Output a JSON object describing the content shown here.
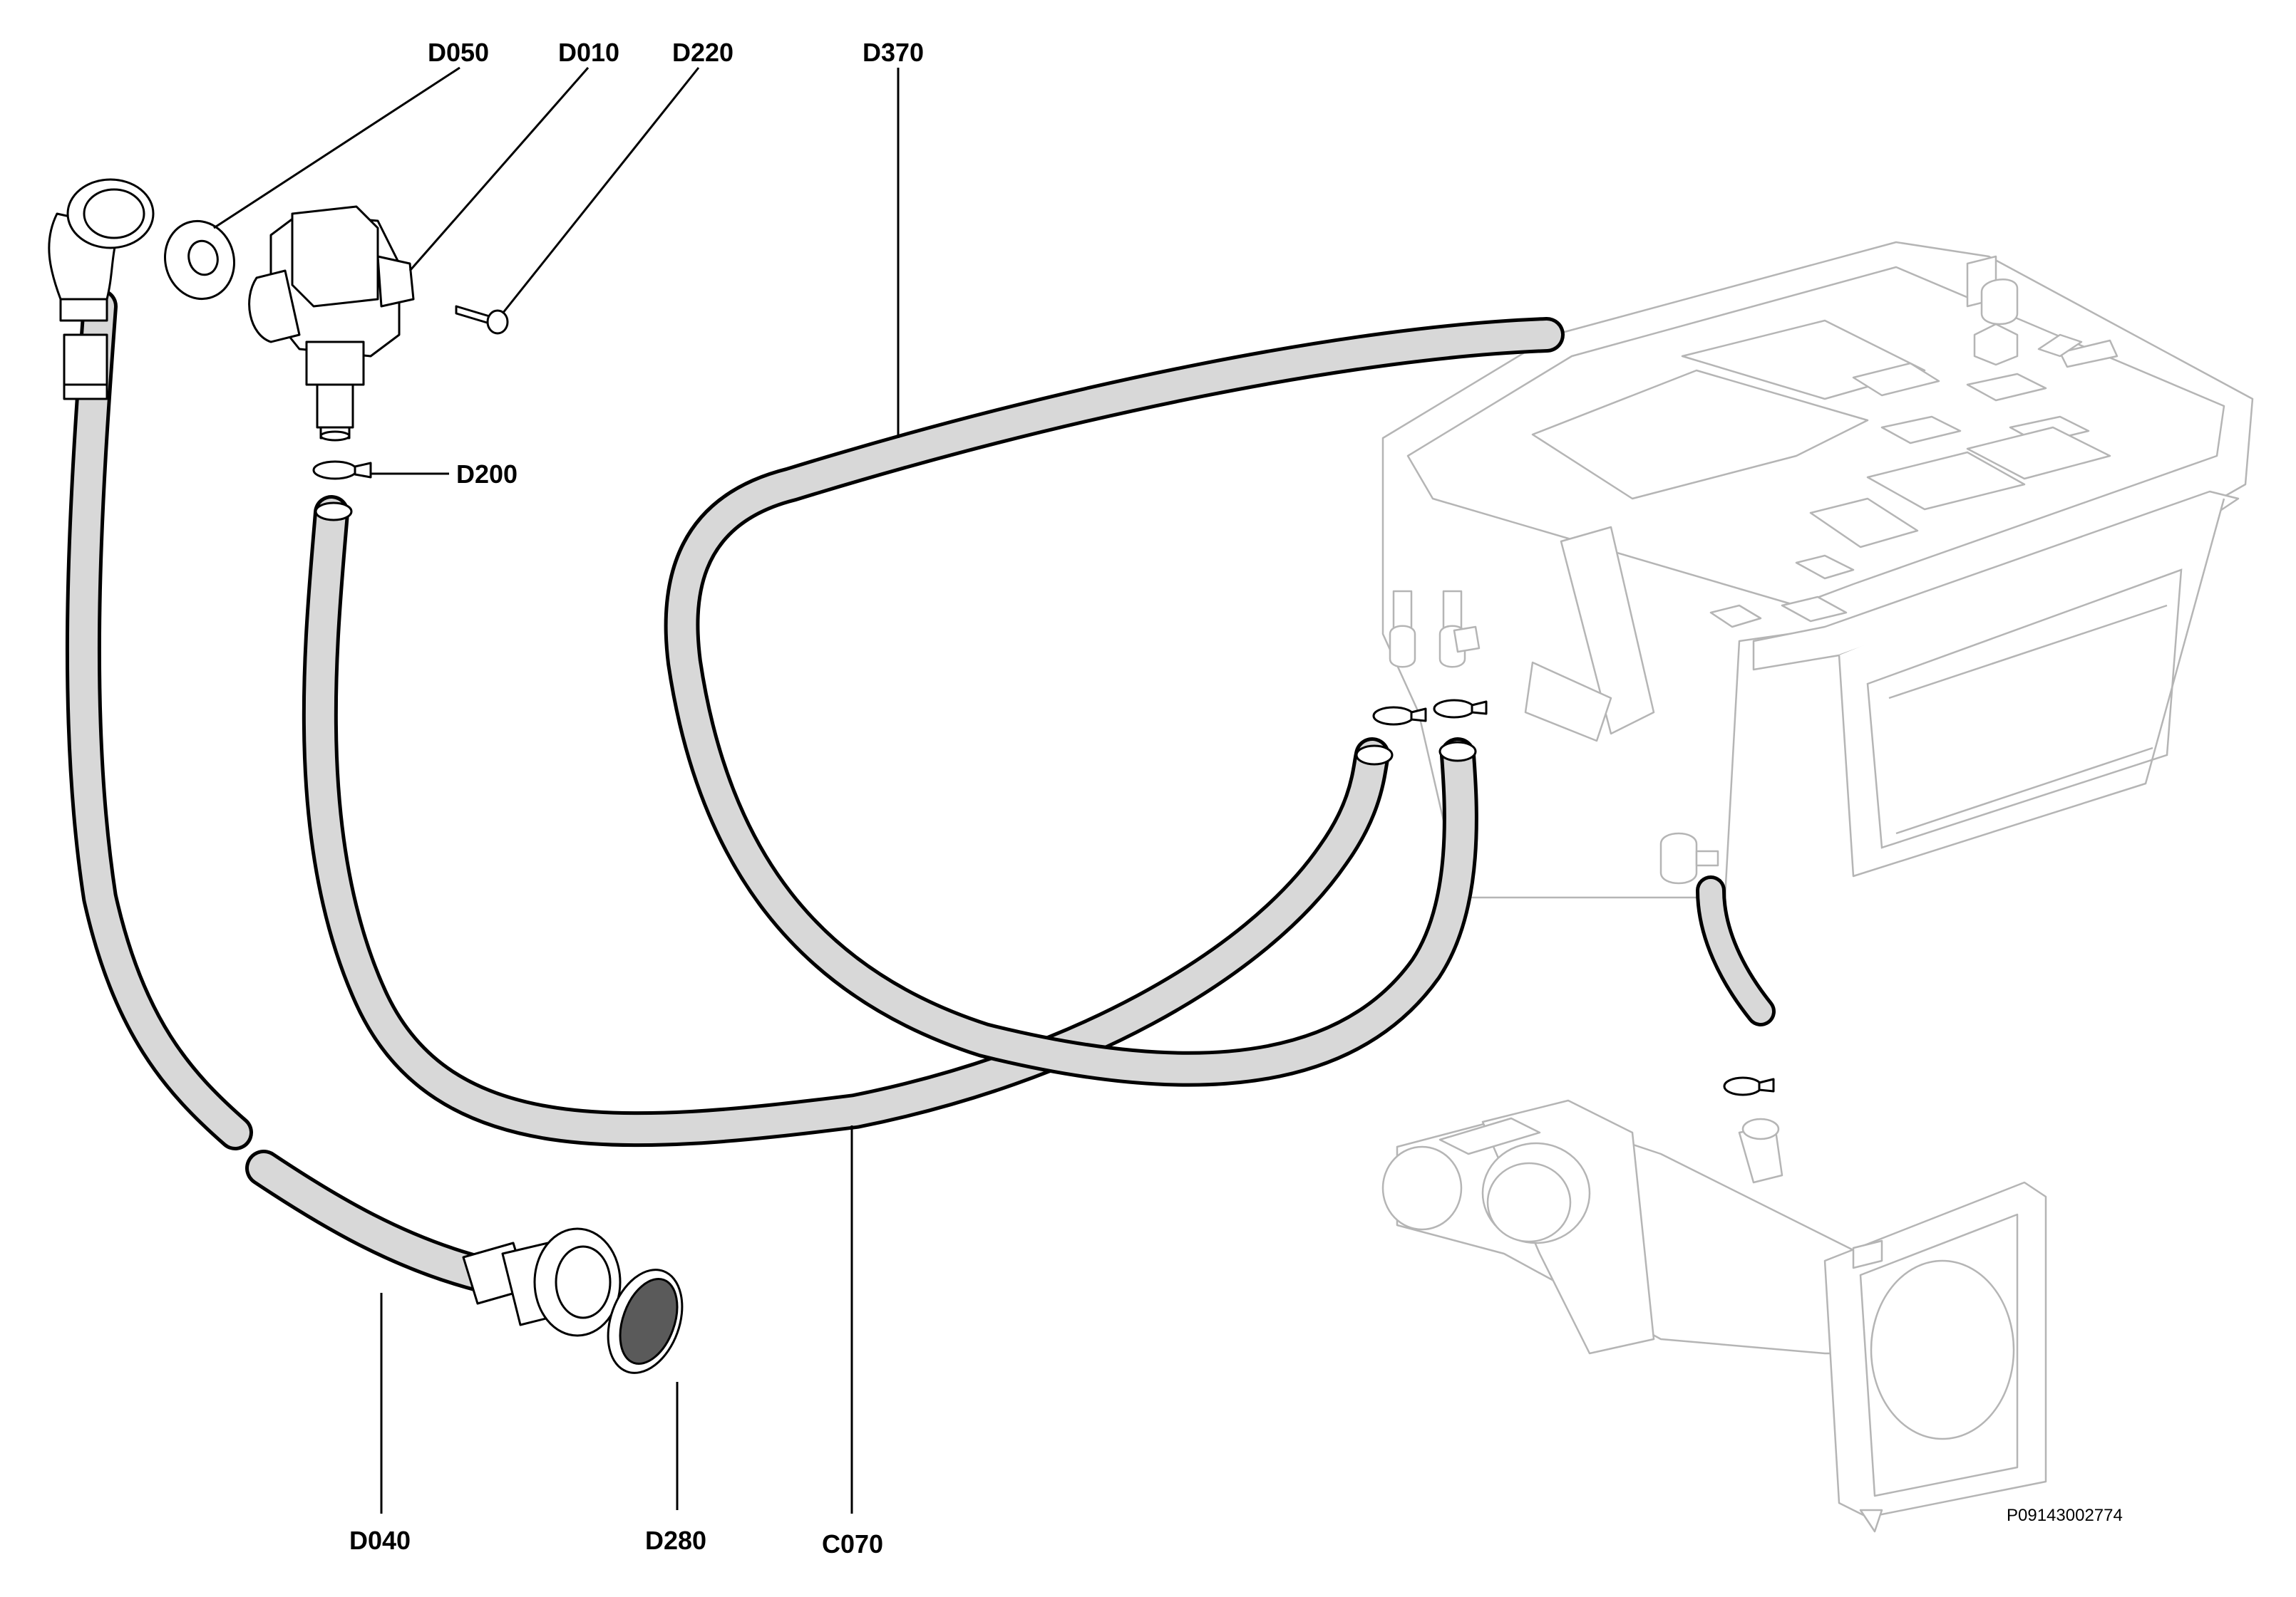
{
  "diagram": {
    "callouts": {
      "d050": "D050",
      "d010": "D010",
      "d220": "D220",
      "d370": "D370",
      "d200": "D200",
      "d040": "D040",
      "d280": "D280",
      "c070": "C070"
    },
    "document_id": "P09143002774"
  }
}
